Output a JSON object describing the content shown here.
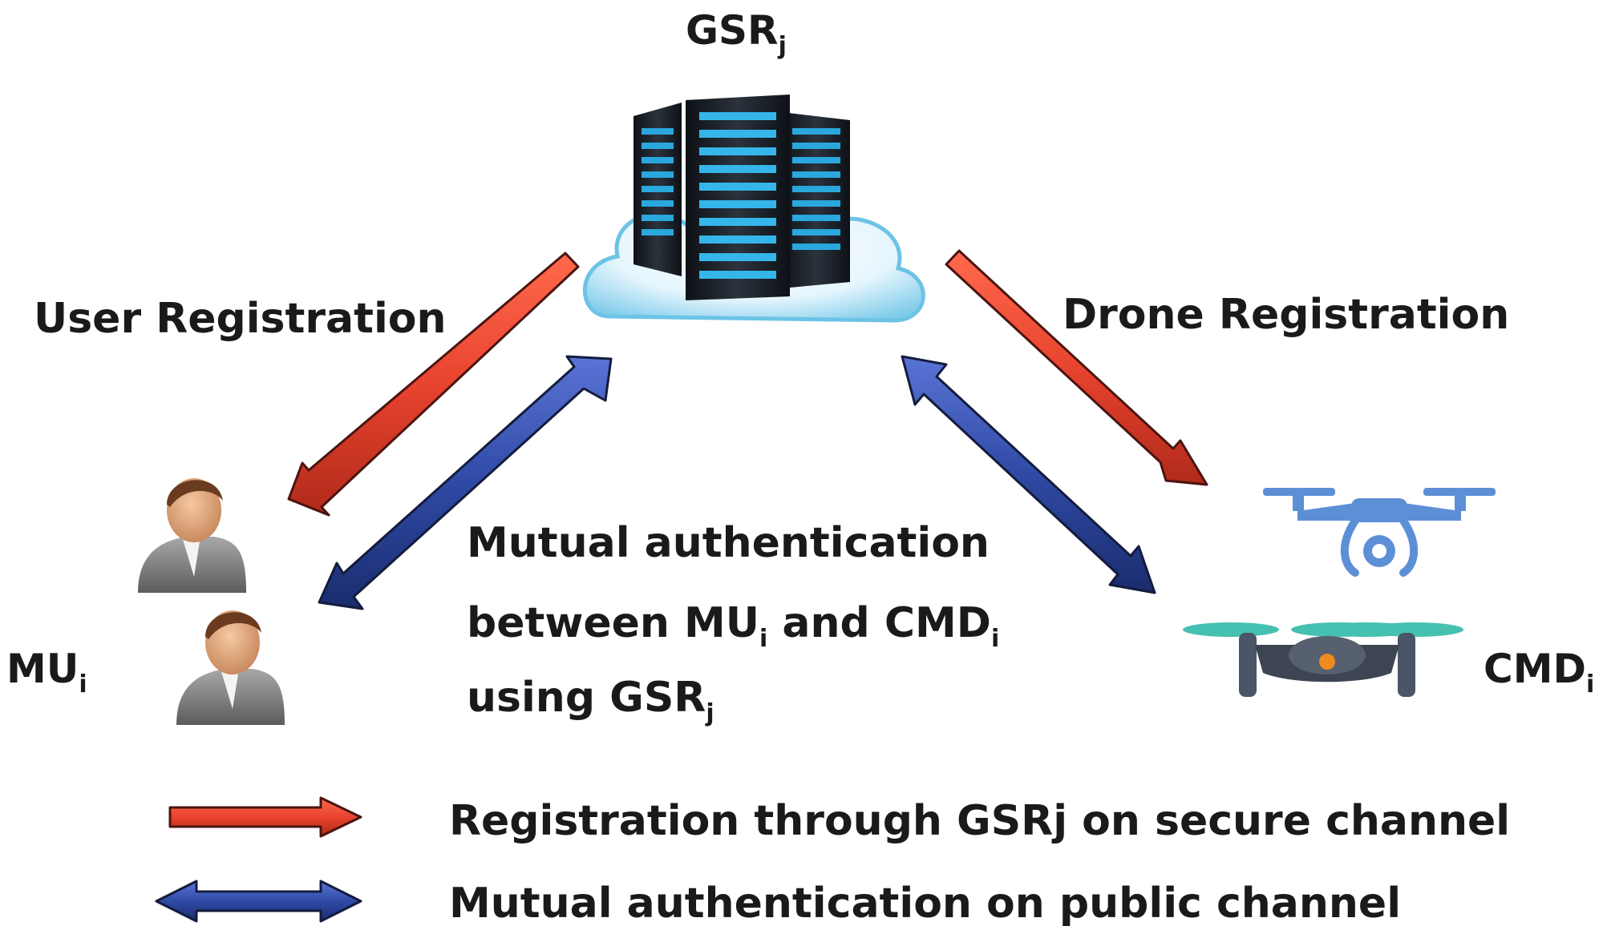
{
  "nodes": {
    "server": {
      "name": "GSR",
      "subscript": "j"
    },
    "user": {
      "name": "MU",
      "subscript": "i"
    },
    "drone": {
      "name": "CMD",
      "subscript": "i"
    }
  },
  "edges": {
    "user_registration": "User Registration",
    "drone_registration": "Drone Registration",
    "mutual_auth": {
      "line1": "Mutual authentication",
      "line2_prefix": "between MU",
      "line2_sub1": "i",
      "line2_mid": " and CMD",
      "line2_sub2": "i",
      "line3_prefix": "using GSR",
      "line3_sub": "j"
    }
  },
  "legend": {
    "registration": "Registration through GSRj on secure channel",
    "authentication": "Mutual authentication on public channel"
  },
  "colors": {
    "registration_arrow": "#e8432e",
    "authentication_arrow": "#2f4aa5",
    "server_cloud": "#8fd3ee",
    "drone_blue": "#5d8fd6",
    "drone_dark": "#4a5568",
    "rotor_teal": "#46c0b0"
  },
  "icons": {
    "server": "server-cloud-icon",
    "user": "user-icon",
    "drone_top": "quadcopter-camera-icon",
    "drone_bottom": "quadcopter-icon"
  }
}
